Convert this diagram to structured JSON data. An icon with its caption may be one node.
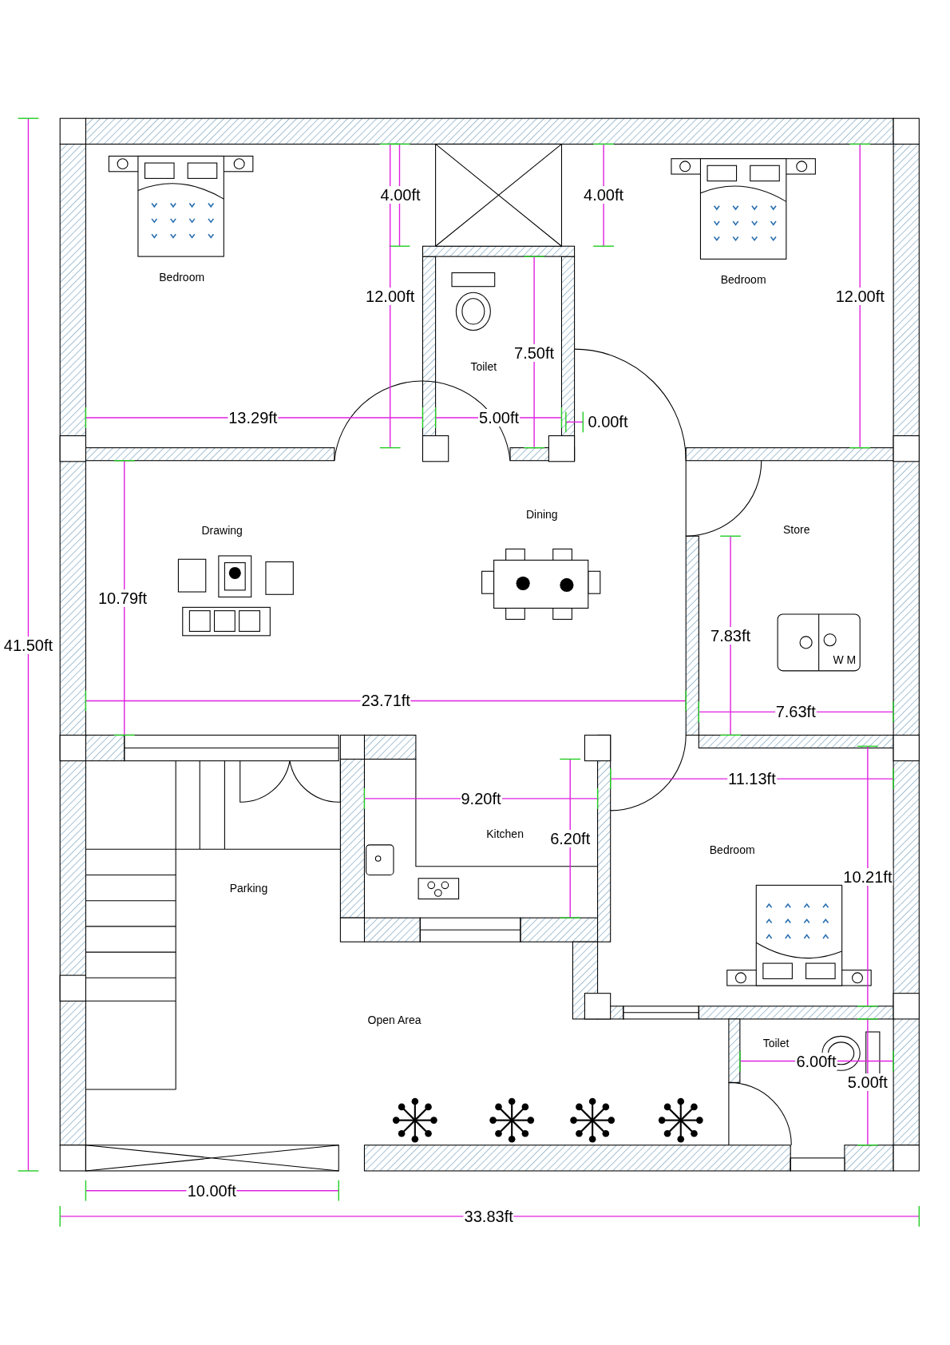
{
  "diagram": {
    "labels": [
      "4.00ft",
      "4.00ft",
      "Bedroom",
      "Bedroom",
      "12.00ft",
      "12.00ft",
      "7.50ft",
      "Toilet",
      "13.29ft",
      "5.00ft",
      "0.00ft",
      "Dining",
      "Drawing",
      "Store",
      "10.79ft",
      "41.50ft",
      "7.83ft",
      "W M",
      "23.71ft",
      "7.63ft",
      "11.13ft",
      "9.20ft",
      "Kitchen",
      "6.20ft",
      "Bedroom",
      "Parking",
      "10.21ft",
      "Open Area",
      "Toilet",
      "6.00ft",
      "5.00ft",
      "10.00ft",
      "33.83ft"
    ]
  }
}
